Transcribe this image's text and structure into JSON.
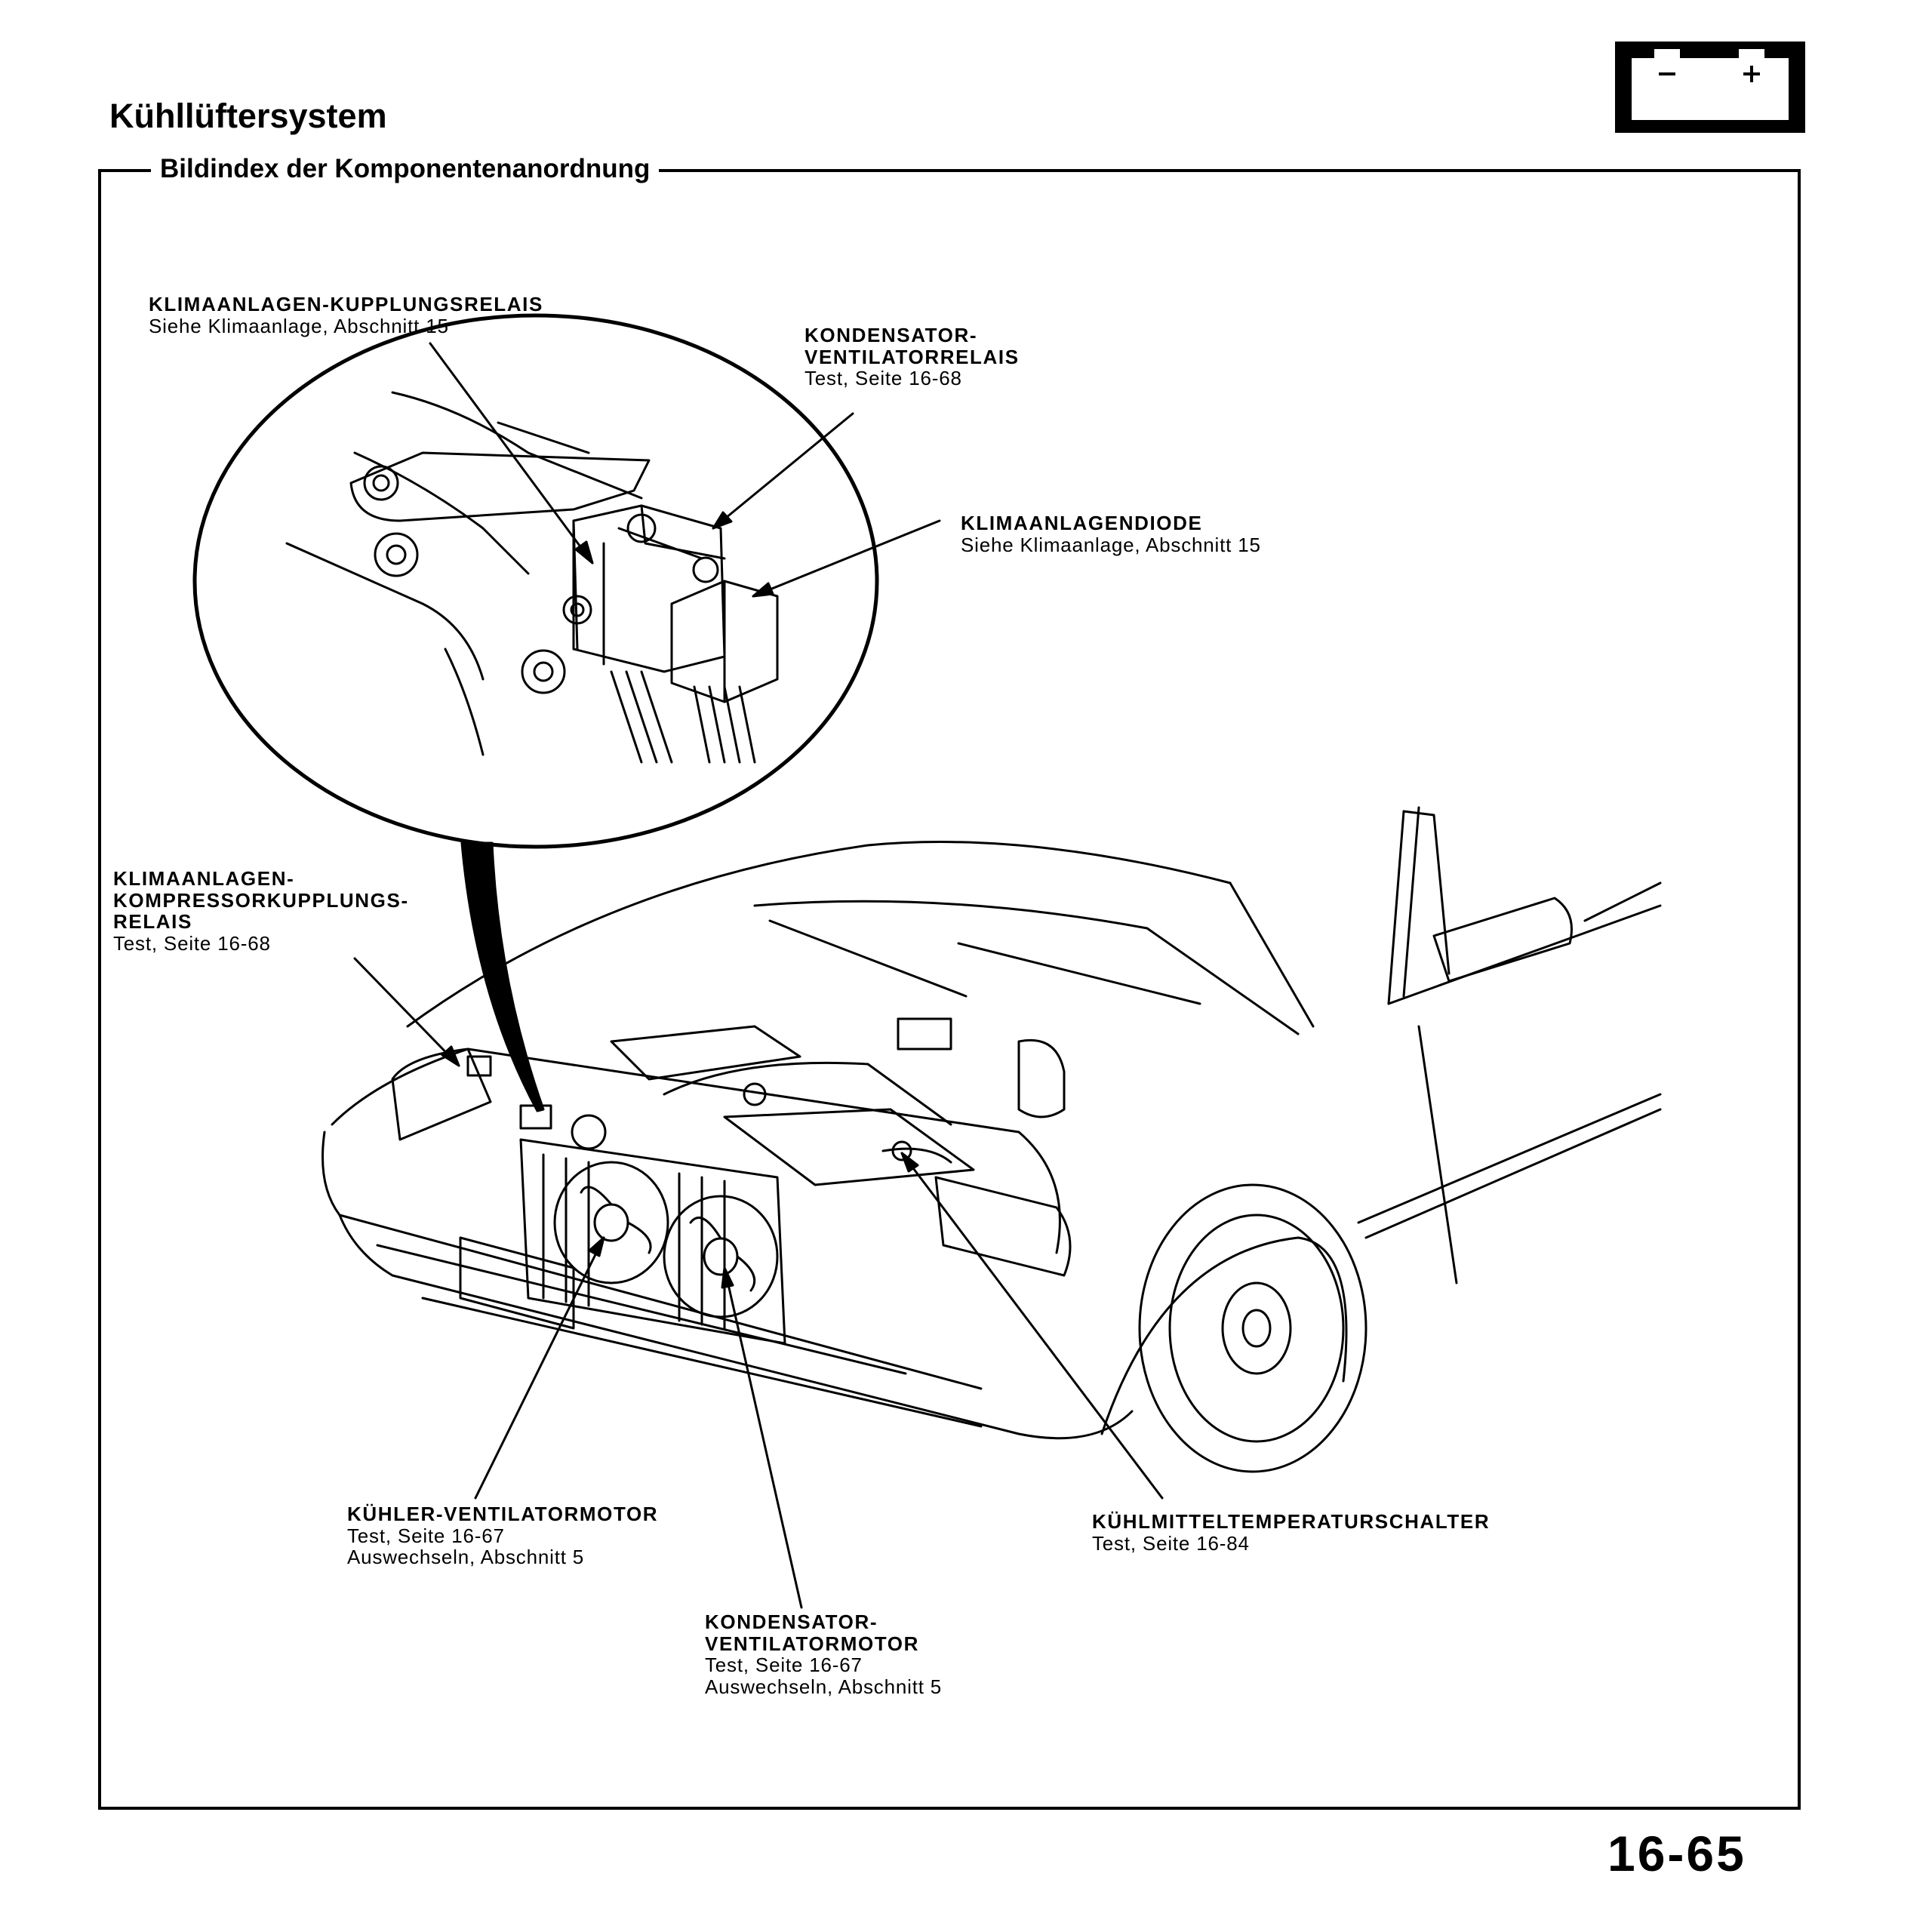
{
  "header": {
    "title": "Kühllüftersystem",
    "battery_icon": "battery-icon"
  },
  "section": {
    "title": "Bildindex der Komponentenanordnung"
  },
  "labels": {
    "ac_clutch_relay": {
      "title": "KLIMAANLAGEN-KUPPLUNGSRELAIS",
      "ref": "Siehe Klimaanlage, Abschnitt 15"
    },
    "condenser_fan_relay": {
      "title1": "KONDENSATOR-",
      "title2": "VENTILATORRELAIS",
      "ref": "Test, Seite 16-68"
    },
    "ac_diode": {
      "title": "KLIMAANLAGENDIODE",
      "ref": "Siehe Klimaanlage, Abschnitt 15"
    },
    "compressor_clutch_relay": {
      "title1": "KLIMAANLAGEN-",
      "title2": "KOMPRESSORKUPPLUNGS-",
      "title3": "RELAIS",
      "ref": "Test, Seite 16-68"
    },
    "radiator_fan_motor": {
      "title": "KÜHLER-VENTILATORMOTOR",
      "ref1": "Test, Seite 16-67",
      "ref2": "Auswechseln, Abschnitt 5"
    },
    "coolant_temp_switch": {
      "title": "KÜHLMITTELTEMPERATURSCHALTER",
      "ref": "Test, Seite 16-84"
    },
    "condenser_fan_motor": {
      "title1": "KONDENSATOR-",
      "title2": "VENTILATORMOTOR",
      "ref1": "Test, Seite 16-67",
      "ref2": "Auswechseln, Abschnitt 5"
    }
  },
  "footer": {
    "page_number": "16-65"
  }
}
